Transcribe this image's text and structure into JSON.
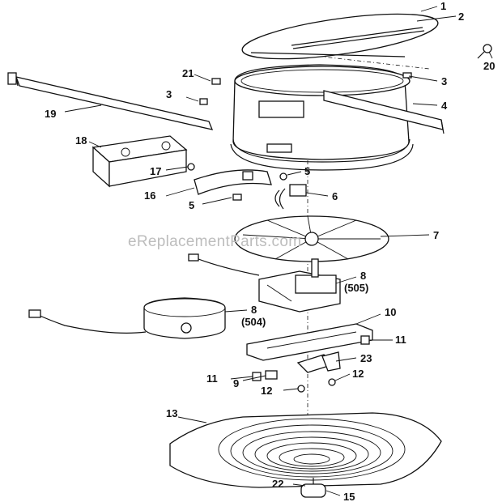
{
  "watermark": "eReplacementParts.com",
  "labels": {
    "p1": "1",
    "p2": "2",
    "p20": "20",
    "p21": "21",
    "p3a": "3",
    "p3b": "3",
    "p19": "19",
    "p4": "4",
    "p18": "18",
    "p17": "17",
    "p5a": "5",
    "p5b": "5",
    "p16": "16",
    "p6": "6",
    "p7": "7",
    "p8a": "8",
    "p505": "(505)",
    "p8b": "8",
    "p504": "(504)",
    "p10": "10",
    "p11a": "11",
    "p11b": "11",
    "p23": "23",
    "p9": "9",
    "p12a": "12",
    "p12b": "12",
    "p13": "13",
    "p22": "22",
    "p15": "15"
  }
}
